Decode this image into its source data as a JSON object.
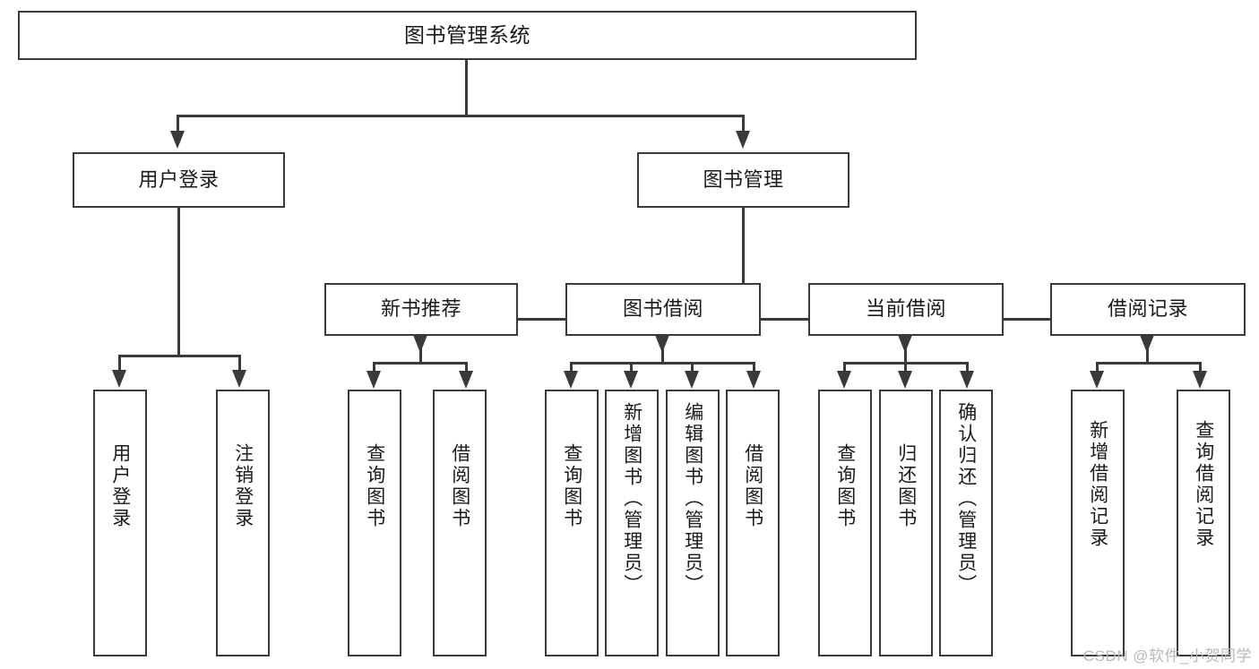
{
  "diagram": {
    "title": "图书管理系统",
    "watermark": "CSDN @软件_小贺同学",
    "accent_color": "#3a3a3a",
    "background_color": "#ffffff",
    "levels": {
      "level1": [
        "图书管理系统"
      ],
      "level2": [
        "用户登录",
        "图书管理"
      ],
      "level3": [
        "新书推荐",
        "图书借阅",
        "当前借阅",
        "借阅记录"
      ],
      "level4": [
        "用户登录",
        "注销登录",
        "查询图书",
        "借阅图书",
        "查询图书",
        "新增图书（管理员）",
        "编辑图书（管理员）",
        "借阅图书",
        "查询图书",
        "归还图书",
        "确认归还（管理员）",
        "新增借阅记录",
        "查询借阅记录"
      ]
    },
    "nodes": {
      "root": "图书管理系统",
      "user_login": "用户登录",
      "book_manage": "图书管理",
      "new_book_rec": "新书推荐",
      "book_borrow": "图书借阅",
      "current_borrow": "当前借阅",
      "borrow_record": "借阅记录",
      "leaf_user_login": "用户登录",
      "leaf_logout": "注销登录",
      "leaf_query_book_1": "查询图书",
      "leaf_borrow_book_1": "借阅图书",
      "leaf_query_book_2": "查询图书",
      "leaf_add_book": "新增图书（管理员）",
      "leaf_edit_book": "编辑图书（管理员）",
      "leaf_borrow_book_2": "借阅图书",
      "leaf_query_book_3": "查询图书",
      "leaf_return_book": "归还图书",
      "leaf_confirm_return": "确认归还（管理员）",
      "leaf_add_record": "新增借阅记录",
      "leaf_query_record": "查询借阅记录"
    }
  }
}
